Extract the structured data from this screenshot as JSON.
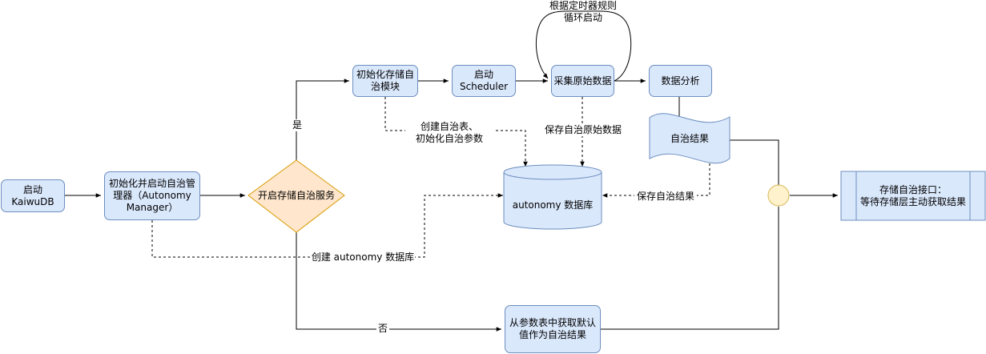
{
  "nodes": {
    "start_kaiwudb": "启动 KaiwuDB",
    "init_manager": "初始化并启动自治管\n理器（Autonomy\nManager）",
    "enable_storage_autonomy": "开启存储自治服务",
    "init_storage_module": "初始化存储自\n治模块",
    "start_scheduler": "启动\nScheduler",
    "collect_raw_data": "采集原始数据",
    "data_analysis": "数据分析",
    "autonomy_result": "自治结果",
    "autonomy_db": "autonomy 数据库",
    "storage_interface": "存储自治接口：\n等待存储层主动获取结果",
    "default_params": "从参数表中获取默认\n值作为自治结果"
  },
  "edge_labels": {
    "yes": "是",
    "no": "否",
    "timer_loop": "根据定时器规则\n循环启动",
    "create_tables": "创建自治表、\n初始化自治参数",
    "save_raw_data": "保存自治原始数据",
    "save_result": "保存自治结果",
    "create_db": "创建 autonomy 数据库"
  },
  "colors": {
    "process_fill": "#dae8fc",
    "process_stroke": "#6c8ebf",
    "decision_fill": "#ffe6cc",
    "decision_stroke": "#d79b00",
    "junction_fill": "#fff2cc",
    "junction_stroke": "#d6b656",
    "edge": "#000000"
  }
}
